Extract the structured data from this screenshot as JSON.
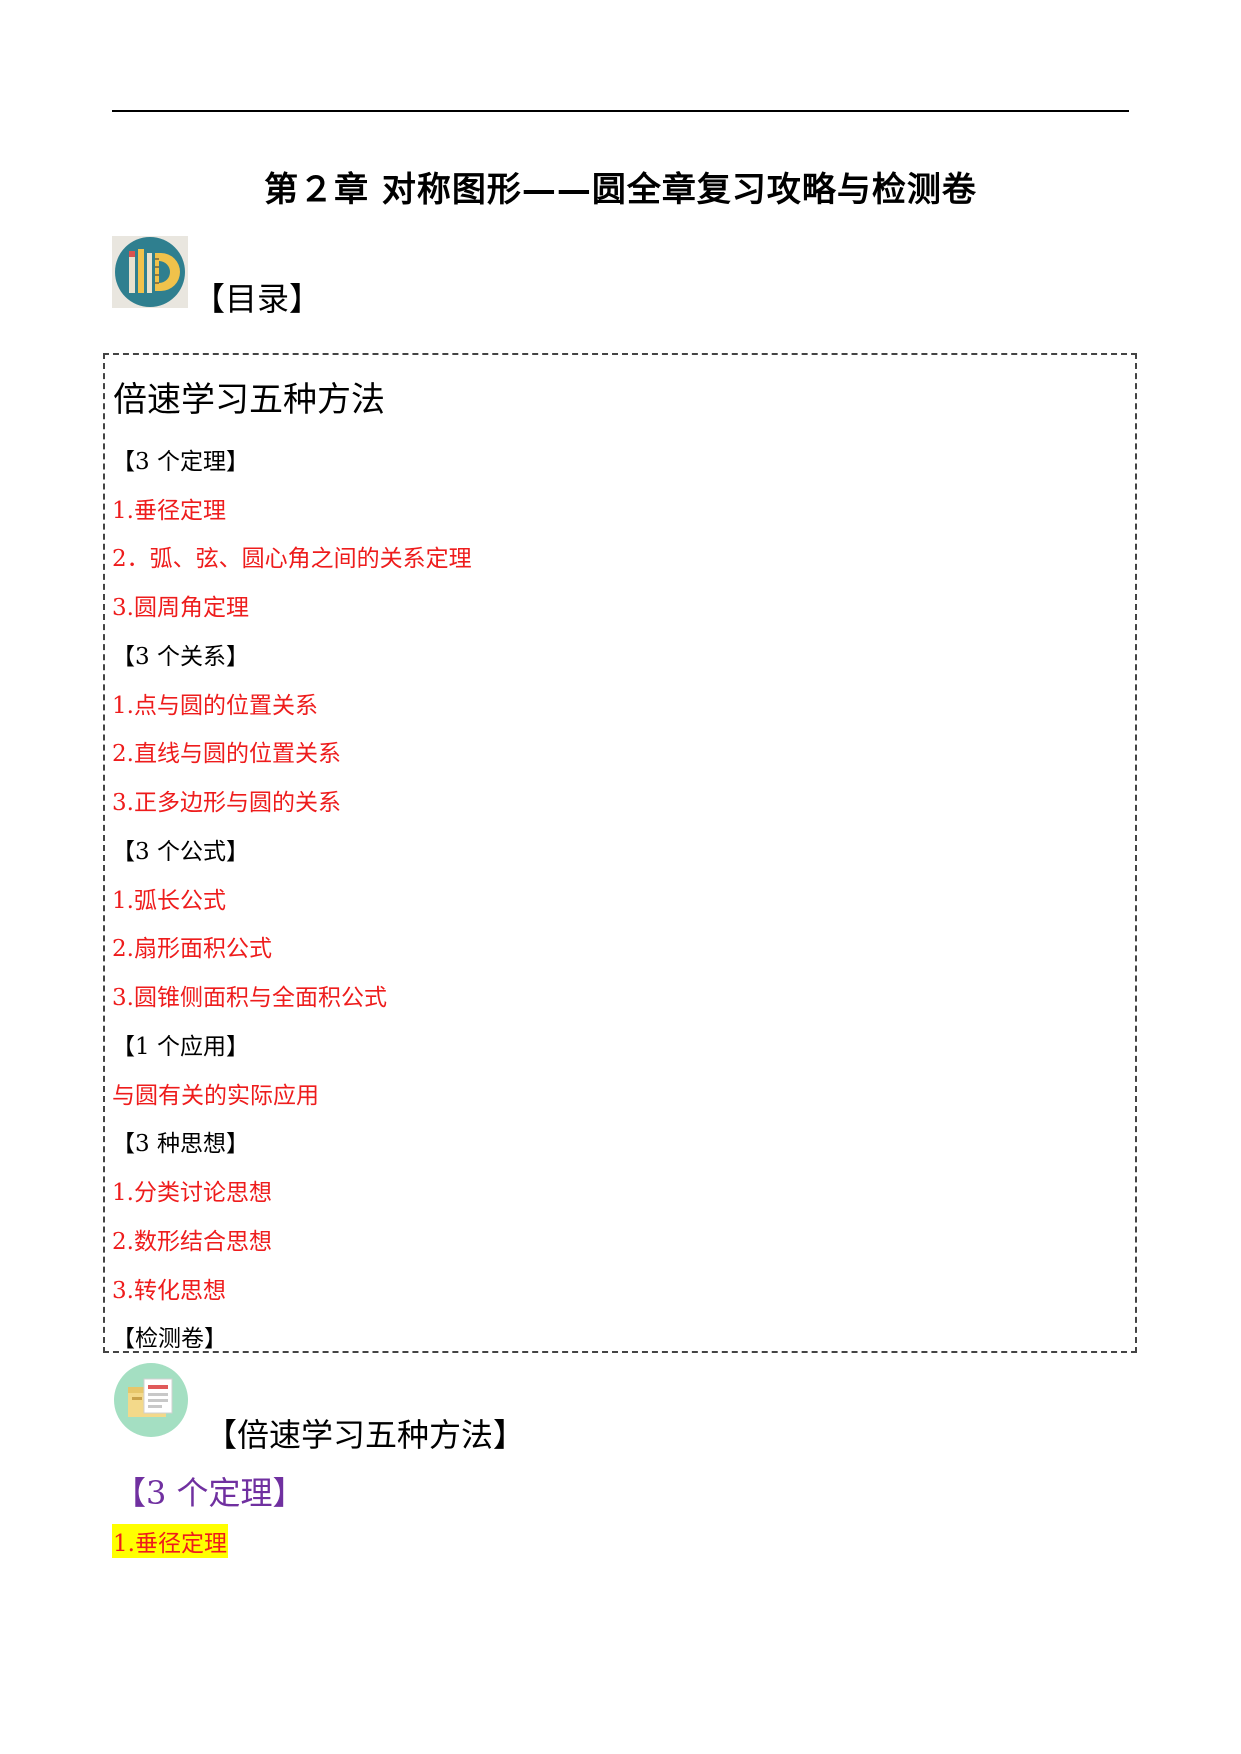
{
  "document": {
    "title": "第２章 对称图形——圆全章复习攻略与检测卷",
    "toc_heading": "【目录】",
    "toc": {
      "title": "倍速学习五种方法",
      "entries": [
        {
          "text": "【3 个定理】",
          "kind": "section"
        },
        {
          "text": "1.垂径定理",
          "kind": "item"
        },
        {
          "text": "2．弧、弦、圆心角之间的关系定理",
          "kind": "item"
        },
        {
          "text": "3.圆周角定理",
          "kind": "item"
        },
        {
          "text": "【3 个关系】",
          "kind": "section"
        },
        {
          "text": "1.点与圆的位置关系",
          "kind": "item"
        },
        {
          "text": "2.直线与圆的位置关系",
          "kind": "item"
        },
        {
          "text": "3.正多边形与圆的关系",
          "kind": "item"
        },
        {
          "text": "【3 个公式】",
          "kind": "section"
        },
        {
          "text": "1.弧长公式",
          "kind": "item"
        },
        {
          "text": "2.扇形面积公式",
          "kind": "item"
        },
        {
          "text": "3.圆锥侧面积与全面积公式",
          "kind": "item"
        },
        {
          "text": "【1 个应用】",
          "kind": "section"
        },
        {
          "text": "与圆有关的实际应用",
          "kind": "item"
        },
        {
          "text": "【3 种思想】",
          "kind": "section"
        },
        {
          "text": "1.分类讨论思想",
          "kind": "item"
        },
        {
          "text": "2.数形结合思想",
          "kind": "item"
        },
        {
          "text": "3.转化思想",
          "kind": "item"
        },
        {
          "text": "【检测卷】",
          "kind": "section"
        }
      ]
    },
    "method_heading": "【倍速学习五种方法】",
    "theorem_heading": "【3 个定理】",
    "first_item": "1.垂径定理"
  },
  "colors": {
    "section_text": "#000000",
    "item_text": "#ee1c1c",
    "sub_heading": "#7030a0",
    "highlight": "#ffff00"
  },
  "icons": {
    "toc_icon": "books-ruler-icon",
    "method_icon": "document-folder-icon"
  }
}
